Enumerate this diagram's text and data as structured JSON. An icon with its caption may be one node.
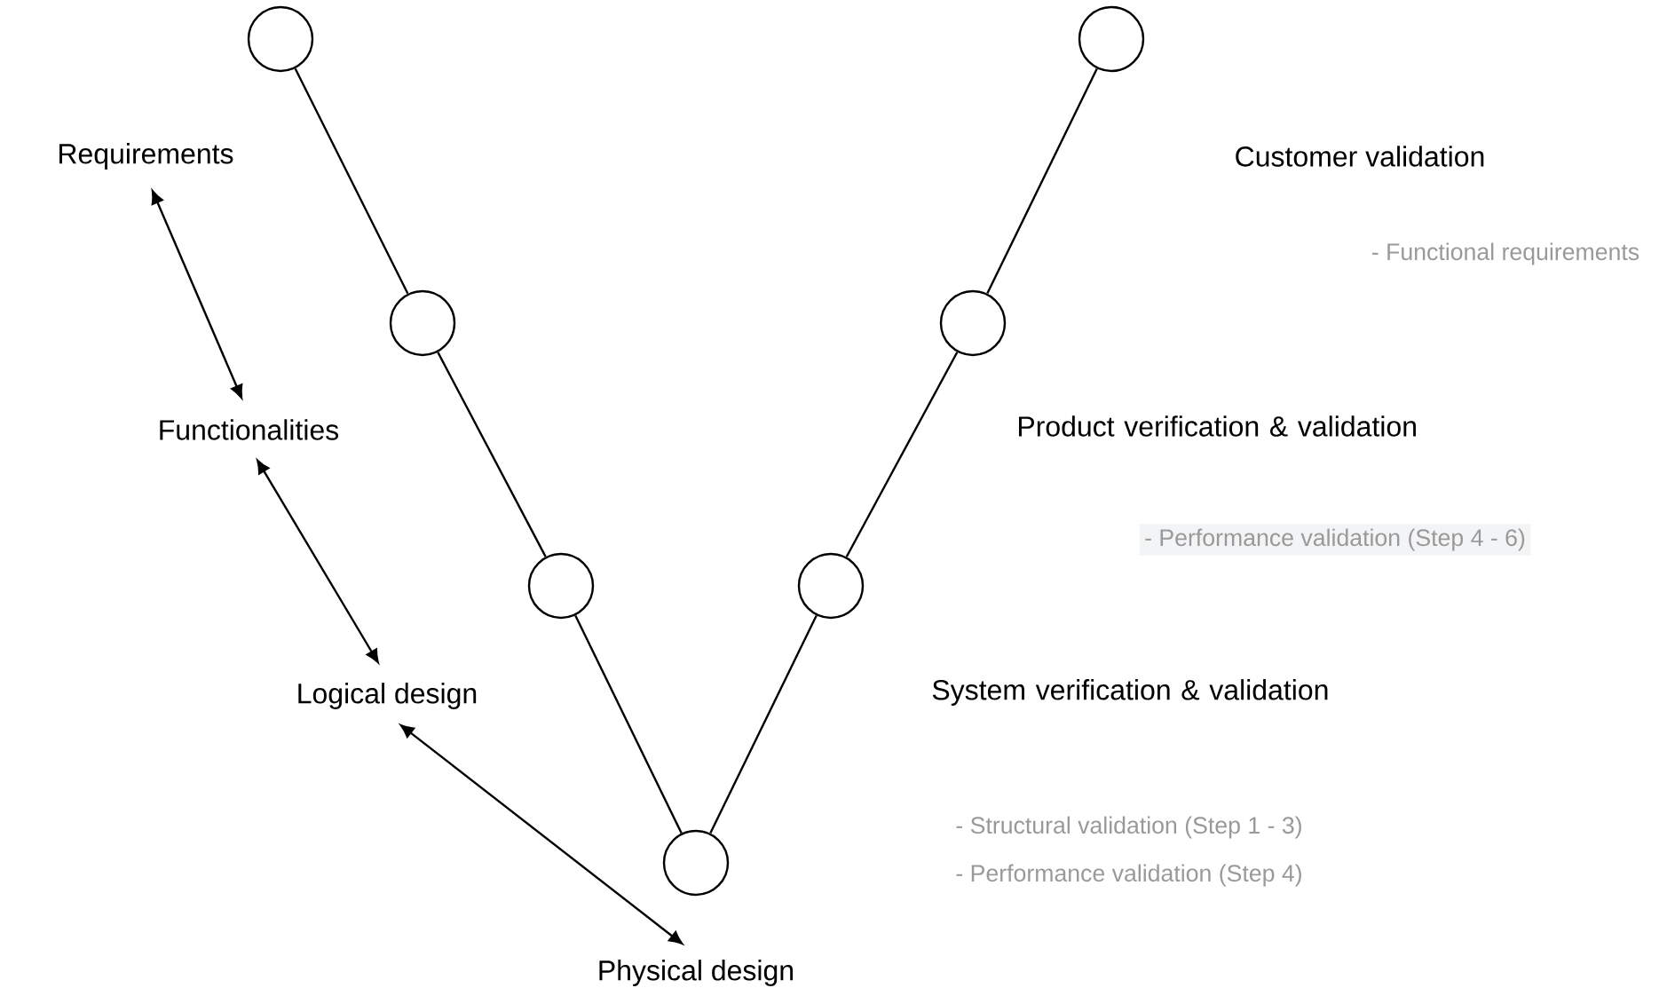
{
  "diagram": {
    "nodes": [
      {
        "text": [],
        "shape": "circle"
      },
      {
        "text": [],
        "shape": "circle"
      },
      {
        "text": [],
        "shape": "circle"
      },
      {
        "text": [],
        "shape": "circle"
      },
      {
        "text": [],
        "shape": "circle"
      },
      {
        "text": [],
        "shape": "circle"
      },
      {
        "text": [],
        "shape": "circle"
      },
      {
        "text": [
          "Requirements"
        ]
      },
      {
        "text": [
          "Functionalities"
        ]
      },
      {
        "text": [
          "Logical design"
        ]
      },
      {
        "text": [
          "Physical design"
        ]
      }
    ],
    "edges": [
      {
        "from": 0,
        "to": 1,
        "arrow": "none"
      },
      {
        "from": 1,
        "to": 2,
        "arrow": "none"
      },
      {
        "from": 2,
        "to": 3,
        "arrow": "none"
      },
      {
        "from": 3,
        "to": 4,
        "arrow": "none"
      },
      {
        "from": 4,
        "to": 5,
        "arrow": "none"
      },
      {
        "from": 5,
        "to": 6,
        "arrow": "none"
      },
      {
        "from": 7,
        "to": 8,
        "arrow": "both"
      },
      {
        "from": 8,
        "to": 9,
        "arrow": "both"
      },
      {
        "from": 9,
        "to": 10,
        "arrow": "both"
      }
    ],
    "labels": [
      "Customer validation",
      "- Functional requirements",
      "Product verification & validation",
      "- Performance validation (Step 4 - 6)",
      "System verification & validation",
      "- Structural validation (Step 1 - 3)",
      "- Performance validation (Step 4)"
    ]
  }
}
